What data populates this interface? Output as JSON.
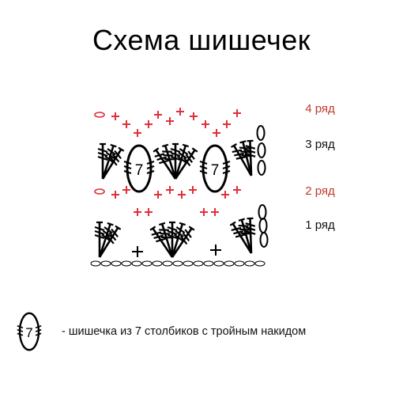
{
  "title": "Схема шишечек",
  "rows": [
    {
      "label": "4 ряд",
      "color": "#c0392b"
    },
    {
      "label": "3 ряд",
      "color": "#111111"
    },
    {
      "label": "2 ряд",
      "color": "#c0392b"
    },
    {
      "label": "1 ряд",
      "color": "#111111"
    }
  ],
  "bobble": {
    "number": "7"
  },
  "legend": {
    "text": "- шишечка из 7 столбиков с тройным накидом"
  },
  "colors": {
    "red_stitch": "#e0303a",
    "black": "#000000"
  }
}
